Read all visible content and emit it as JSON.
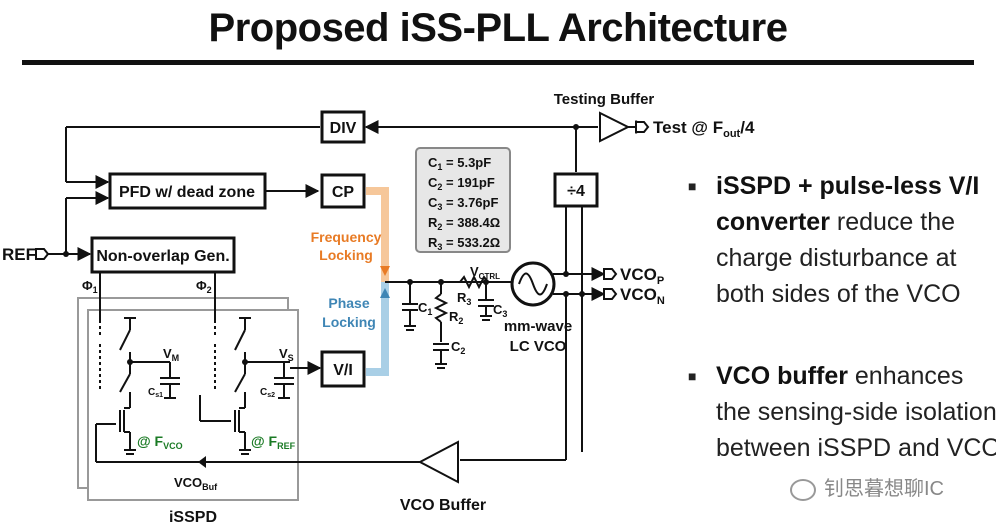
{
  "title": "Proposed iSS-PLL Architecture",
  "blocks": {
    "div": "DIV",
    "pfd": "PFD w/ dead zone",
    "cp": "CP",
    "nonoverlap": "Non-overlap Gen.",
    "vi": "V/I",
    "div4": "÷4",
    "testing_buffer": "Testing Buffer",
    "vco_label_1": "mm-wave",
    "vco_label_2": "LC VCO",
    "vco_buffer": "VCO Buffer",
    "isspd": "iSSPD"
  },
  "signals": {
    "ref": "REF",
    "test": "Test @ F",
    "test_sub": "out",
    "test_tail": "/4",
    "phi1": "Φ",
    "phi1_sub": "1",
    "phi2": "Φ",
    "phi2_sub": "2",
    "vcop": "VCO",
    "vcop_sub": "P",
    "vcon": "VCO",
    "vcon_sub": "N",
    "vctrl": "V",
    "vctrl_sub": "CTRL",
    "vm": "V",
    "vm_sub": "M",
    "vs": "V",
    "vs_sub": "S",
    "cs1": "C",
    "cs1_sub": "s1",
    "cs2": "C",
    "cs2_sub": "s2",
    "fvco": "@ F",
    "fvco_sub": "VCO",
    "fref": "@ F",
    "fref_sub": "REF",
    "vcobuf": "VCO",
    "vcobuf_sub": "Buf",
    "freq_locking_1": "Frequency",
    "freq_locking_2": "Locking",
    "phase_locking_1": "Phase",
    "phase_locking_2": "Locking"
  },
  "components": {
    "c1": "C",
    "c1_sub": "1",
    "c2": "C",
    "c2_sub": "2",
    "c3": "C",
    "c3_sub": "3",
    "r2": "R",
    "r2_sub": "2",
    "r3": "R",
    "r3_sub": "3"
  },
  "values_box": [
    {
      "name": "C",
      "sub": "1",
      "value": " = 5.3pF"
    },
    {
      "name": "C",
      "sub": "2",
      "value": " = 191pF"
    },
    {
      "name": "C",
      "sub": "3",
      "value": " = 3.76pF"
    },
    {
      "name": "R",
      "sub": "2",
      "value": " = 388.4Ω"
    },
    {
      "name": "R",
      "sub": "3",
      "value": " = 533.2Ω"
    }
  ],
  "bullets": [
    {
      "bold": "iSSPD + pulse-less V/I",
      "line2_bold": "converter",
      "line2": " reduce the",
      "line3": "charge disturbance at",
      "line4": "both sides of the VCO"
    },
    {
      "bold": "VCO buffer",
      "line1": " enhances",
      "line2": "the sensing-side isolation",
      "line3": "between iSSPD and VCO"
    }
  ],
  "watermark": "钊思暮想聊IC",
  "colors": {
    "freq_locking": "#e87b25",
    "phase_locking": "#3f86b5",
    "highlight_orange": "#f6c79a",
    "highlight_blue": "#a9cfe6"
  }
}
